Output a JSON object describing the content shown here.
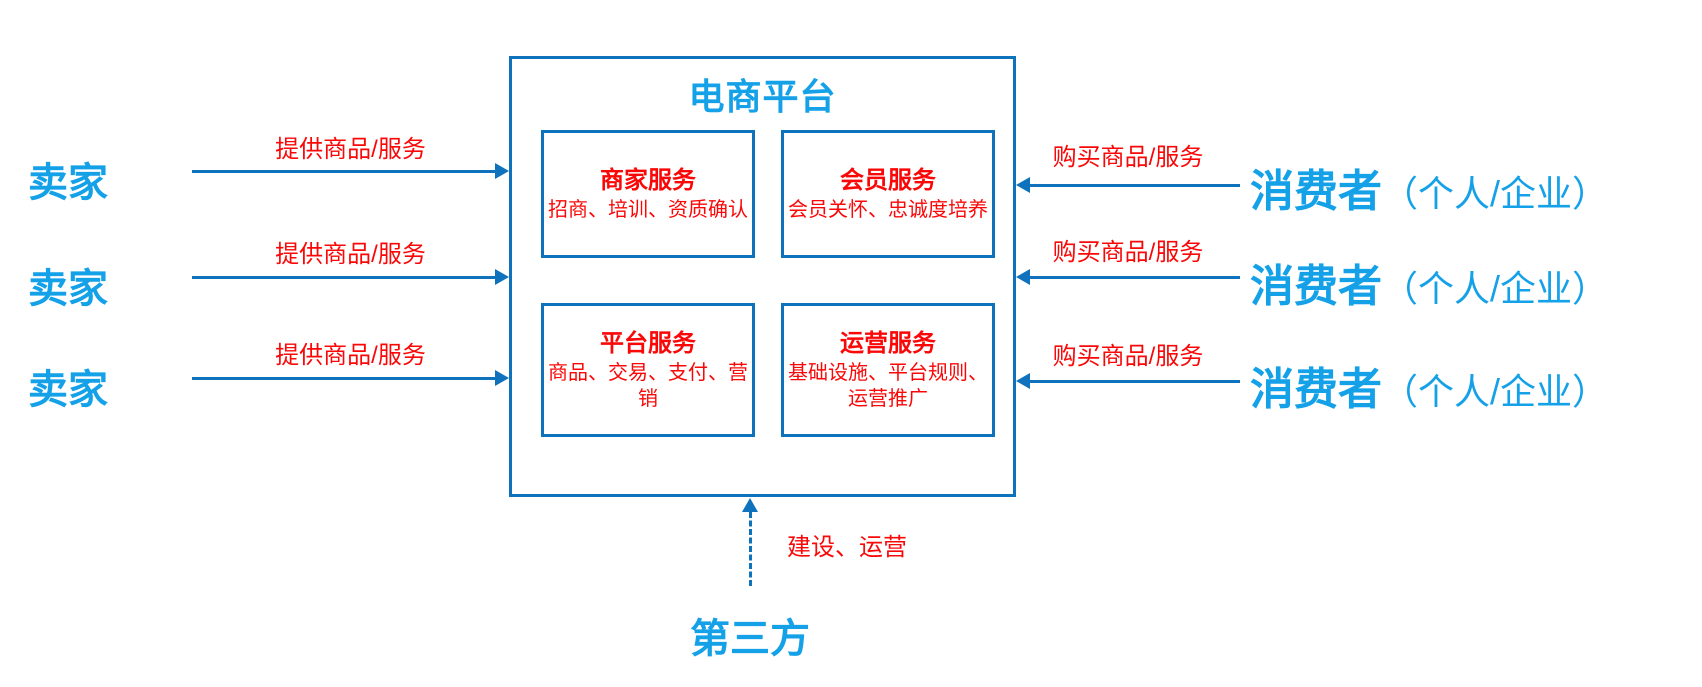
{
  "colors": {
    "azure_text": "#14A1E8",
    "line_blue": "#0E72BC",
    "red_text": "#FA0808"
  },
  "platform": {
    "title": "电商平台",
    "services": [
      {
        "title": "商家服务",
        "desc": "招商、培训、资质确认"
      },
      {
        "title": "会员服务",
        "desc": "会员关怀、忠诚度培养"
      },
      {
        "title": "平台服务",
        "desc": "商品、交易、支付、营销"
      },
      {
        "title": "运营服务",
        "desc": "基础设施、平台规则、运营推广"
      }
    ]
  },
  "sellers": [
    {
      "label": "卖家",
      "arrow_label": "提供商品/服务"
    },
    {
      "label": "卖家",
      "arrow_label": "提供商品/服务"
    },
    {
      "label": "卖家",
      "arrow_label": "提供商品/服务"
    }
  ],
  "consumers": [
    {
      "label": "消费者",
      "suffix": "（个人/企业）",
      "arrow_label": "购买商品/服务"
    },
    {
      "label": "消费者",
      "suffix": "（个人/企业）",
      "arrow_label": "购买商品/服务"
    },
    {
      "label": "消费者",
      "suffix": "（个人/企业）",
      "arrow_label": "购买商品/服务"
    }
  ],
  "third_party": {
    "label": "第三方",
    "arrow_label": "建设、运营"
  }
}
